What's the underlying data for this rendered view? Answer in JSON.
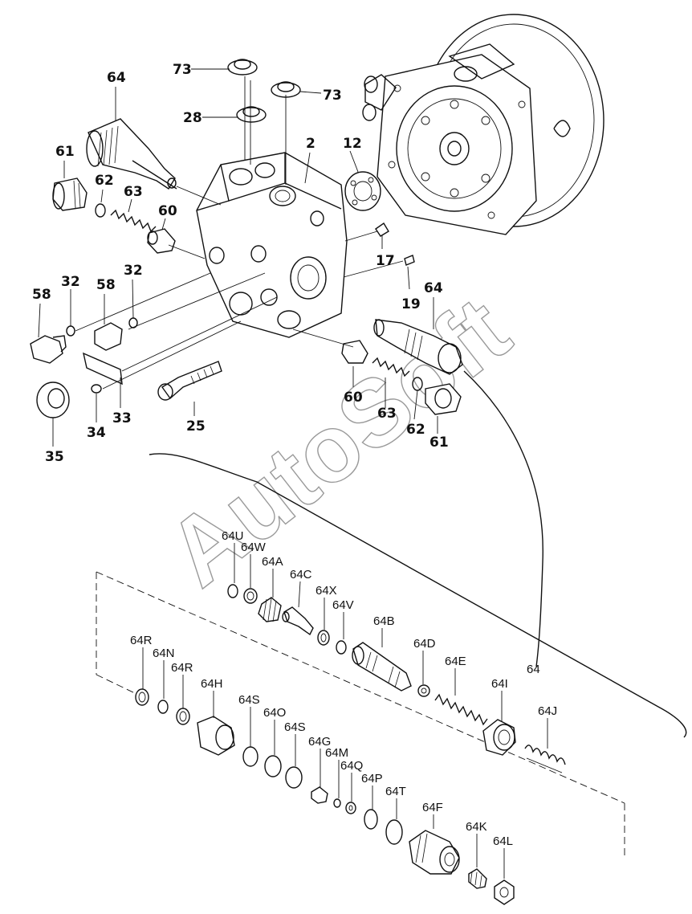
{
  "diagram": {
    "upper_labels": {
      "l73a": "73",
      "l73b": "73",
      "l28": "28",
      "l64a": "64",
      "l2": "2",
      "l12": "12",
      "l61a": "61",
      "l62a": "62",
      "l63a": "63",
      "l60a": "60",
      "l17": "17",
      "l19": "19",
      "l64b": "64",
      "l58a": "58",
      "l32a": "32",
      "l58b": "58",
      "l32b": "32",
      "l60b": "60",
      "l63b": "63",
      "l62b": "62",
      "l61b": "61",
      "l25": "25",
      "l33": "33",
      "l34": "34",
      "l35": "35"
    },
    "lower_labels": {
      "l64U": "64U",
      "l64W": "64W",
      "l64A": "64A",
      "l64C": "64C",
      "l64X": "64X",
      "l64V": "64V",
      "l64B": "64B",
      "l64D": "64D",
      "l64E": "64E",
      "l64I": "64I",
      "l64J": "64J",
      "l64R1": "64R",
      "l64N": "64N",
      "l64R2": "64R",
      "l64H": "64H",
      "l64S1": "64S",
      "l64O": "64O",
      "l64S2": "64S",
      "l64G": "64G",
      "l64M": "64M",
      "l64Q": "64Q",
      "l64P": "64P",
      "l64T": "64T",
      "l64F": "64F",
      "l64K": "64K",
      "l64L": "64L",
      "l64": "64"
    },
    "watermark": "AutoSoft"
  }
}
